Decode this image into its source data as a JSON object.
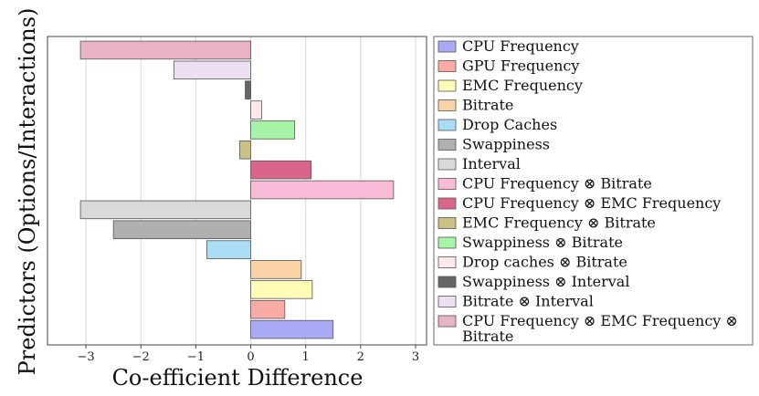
{
  "chart_data": {
    "type": "bar",
    "orientation": "horizontal",
    "title": "",
    "xlabel": "Co-efficient Difference",
    "ylabel": "Predictors (Options/Interactions)",
    "xlim": [
      -3.7,
      3.2
    ],
    "xticks": [
      -3,
      -2,
      -1,
      0,
      1,
      2,
      3
    ],
    "xtick_labels": [
      "−3",
      "−2",
      "−1",
      "0",
      "1",
      "2",
      "3"
    ],
    "grid": "vertical",
    "legend_position": "right, outside plot",
    "series": [
      {
        "name": "CPU Frequency",
        "value": 1.5,
        "color": "#a9a9f5"
      },
      {
        "name": "GPU Frequency",
        "value": 0.62,
        "color": "#f9aaa5"
      },
      {
        "name": "EMC Frequency",
        "value": 1.12,
        "color": "#fdfbb6"
      },
      {
        "name": "Bitrate",
        "value": 0.92,
        "color": "#fad2a6"
      },
      {
        "name": "Drop Caches",
        "value": -0.8,
        "color": "#a9dcf5"
      },
      {
        "name": "Swappiness",
        "value": -2.5,
        "color": "#b0b0b0"
      },
      {
        "name": "Interval",
        "value": -3.1,
        "color": "#d9d9d9"
      },
      {
        "name": "CPU Frequency ⊗ Bitrate",
        "value": 2.6,
        "color": "#f8bcd9"
      },
      {
        "name": "CPU Frequency ⊗ EMC Frequency",
        "value": 1.1,
        "color": "#d9668a"
      },
      {
        "name": "EMC Frequency ⊗ Bitrate",
        "value": -0.2,
        "color": "#c9c284"
      },
      {
        "name": "Swappiness ⊗ Bitrate",
        "value": 0.8,
        "color": "#a6f4a8"
      },
      {
        "name": "Drop caches ⊗ Bitrate",
        "value": 0.2,
        "color": "#fde9ec"
      },
      {
        "name": "Swappiness ⊗ Interval",
        "value": -0.1,
        "color": "#666666"
      },
      {
        "name": "Bitrate ⊗ Interval",
        "value": -1.4,
        "color": "#ece0f2"
      },
      {
        "name": "CPU Frequency ⊗ EMC Frequency ⊗ Bitrate",
        "value": -3.1,
        "color": "#eab2c6"
      }
    ]
  }
}
